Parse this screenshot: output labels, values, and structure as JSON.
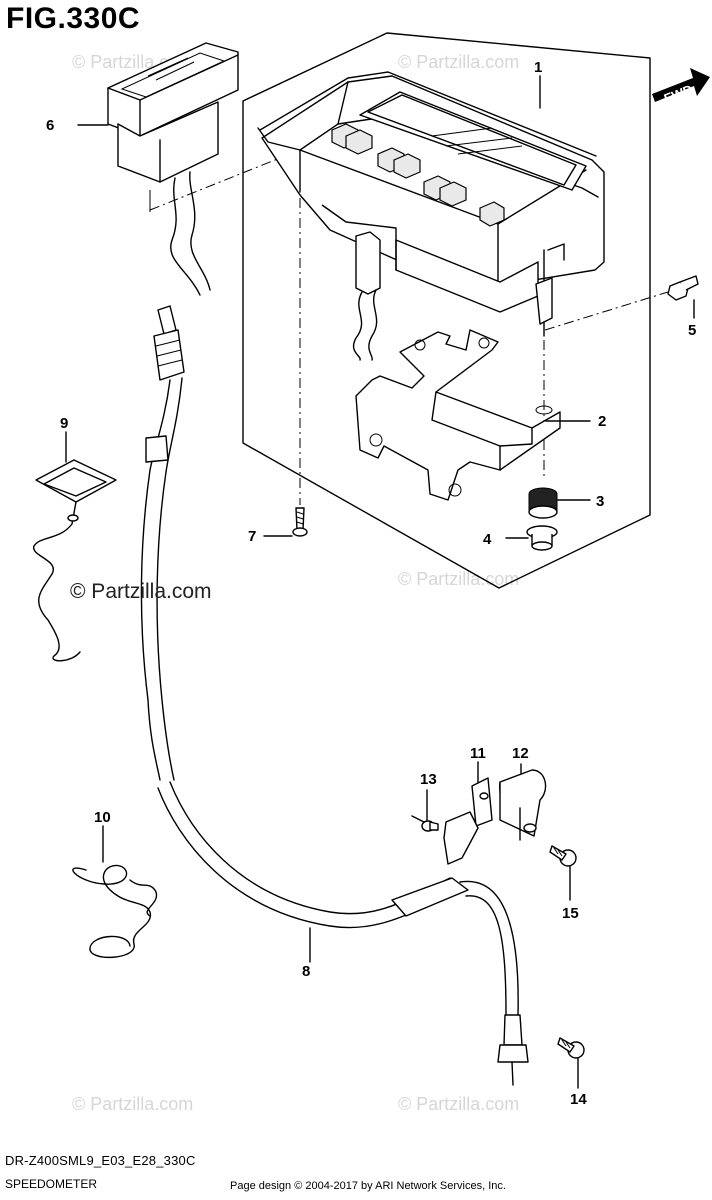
{
  "figure": {
    "title": "FIG.330C",
    "model_code": "DR-Z400SML9_E03_E28_330C",
    "section_name": "SPEEDOMETER",
    "copyright": "Page design © 2004-2017 by ARI Network Services, Inc."
  },
  "direction_badge": "FWD",
  "watermark": {
    "main": "© Partzilla.com",
    "faint": "© Partzilla.com"
  },
  "callouts": {
    "c1": "1",
    "c2": "2",
    "c3": "3",
    "c4": "4",
    "c5": "5",
    "c6": "6",
    "c7": "7",
    "c8": "8",
    "c9": "9",
    "c10": "10",
    "c11": "11",
    "c12": "12",
    "c13": "13",
    "c14": "14",
    "c15": "15"
  }
}
